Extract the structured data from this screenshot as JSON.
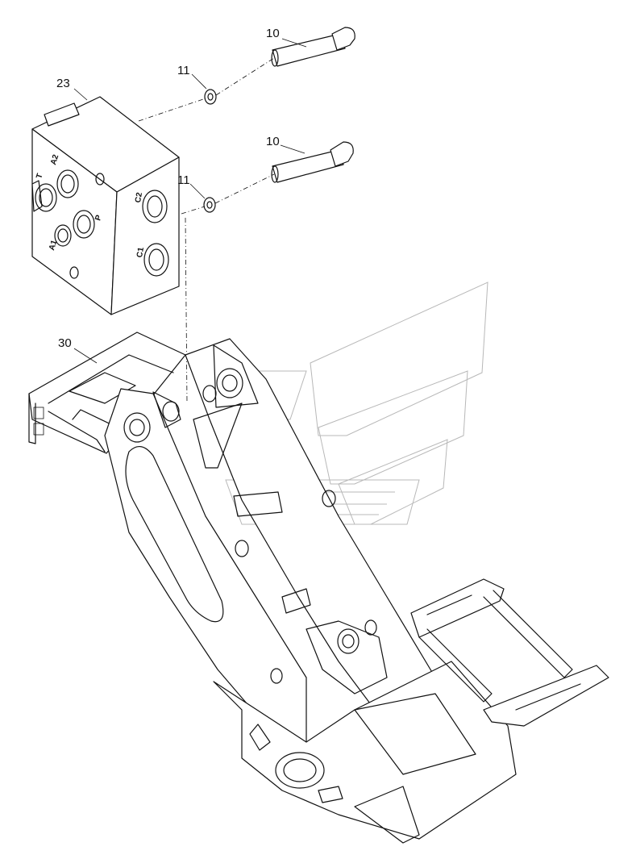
{
  "callouts": {
    "bolt_upper": "10",
    "washer_upper": "11",
    "valve_block": "23",
    "bolt_lower": "10",
    "washer_lower": "11",
    "frame": "30"
  },
  "ports": {
    "t": "T",
    "a2": "A2",
    "a1": "A1",
    "p": "P",
    "c2": "C2",
    "c1": "C1"
  }
}
